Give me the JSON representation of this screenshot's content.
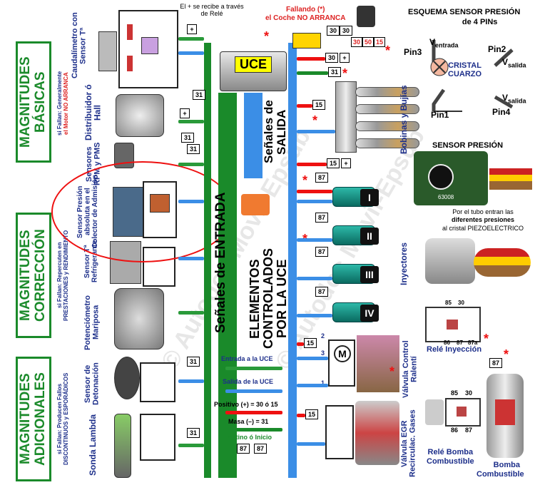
{
  "top_notes": {
    "rele_note": "El + se recibe a través de Relé",
    "fallando_line1": "Fallando (*)",
    "fallando_line2": "el Coche NO ARRANCA"
  },
  "magnitudes": {
    "basicas": "MAGNITUDES BÁSICAS",
    "basicas_note_a": "si Fallan: Generalmente",
    "basicas_note_b": "el Motor NO ARRANCA",
    "correccion": "MAGNITUDES CORRECCIÓN",
    "correccion_note_a": "si Fallan: Repercuten en",
    "correccion_note_b": "PRESTACIONES y RENDIMIENTO",
    "adicionales": "MAGNITUDES ADICIONALES",
    "adicionales_note_a": "si Fallan: Producen Fallos",
    "adicionales_note_b": "DISCONTINUOS y ESPORÁDICOS"
  },
  "sensors": {
    "caudalimetro": "Caudalímetro con Sensor Tª",
    "distribuidor": "Distribuidor ó Hall",
    "sensores_rpm": "Sensores RPM y PMS",
    "sensor_presion": "Sensor Presión absoluta en el Colector de Admisión",
    "sensor_t_refrig": "Sensor Tª Refrigerante",
    "potenciometro": "Potenciómetro Mariposa",
    "sensor_detonacion": "Sensor de Detonación",
    "sonda_lambda": "Sonda Lambda"
  },
  "center": {
    "uce": "UCE",
    "senales_entrada": "Señales de ENTRADA",
    "senales_salida": "Señales de SALIDA",
    "elementos": "ELEMENTOS CONTROLADOS POR LA UCE"
  },
  "legend": {
    "entrada": "Entrada a la UCE",
    "salida": "Salida de la UCE",
    "positivo": "Positivo (+) = 30 ó 15",
    "masa": "Masa (–) = 31",
    "destino": "Destino ó Inicio"
  },
  "terminals": {
    "t15": "15",
    "t30": "30",
    "t31": "31",
    "t50": "50",
    "t87": "87",
    "plus": "+",
    "n1": "1",
    "n2": "2",
    "n3": "3"
  },
  "actuators": {
    "bobinas": "Bobinas y Bujías",
    "inyectores": "Inyectores",
    "valvula_ralenti": "Válvula Control Ralentí",
    "valvula_egr": "Válvula EGR Recirculac. Gases",
    "rele_inyeccion": "Relé Inyección",
    "rele_bomba_a": "Relé Bomba",
    "rele_bomba_b": "Combustible",
    "bomba_a": "Bomba",
    "bomba_b": "Combustible",
    "iny_labels": [
      "I",
      "II",
      "III",
      "IV"
    ]
  },
  "esquema": {
    "title_a": "ESQUEMA SENSOR PRESIÓN",
    "title_b": "de 4 PINs",
    "vent": "V",
    "vent_sub": "entrada",
    "pin1": "Pin1",
    "pin2": "Pin2",
    "pin3": "Pin3",
    "pin4": "Pin4",
    "vsal": "V",
    "vsal_sub": "salida",
    "cristal_a": "CRISTAL",
    "cristal_b": "CUARZO"
  },
  "sensor_presion_box": {
    "title": "SENSOR PRESIÓN",
    "chip": "63008",
    "note_a": "Por el tubo entran las",
    "note_b": "diferentes presiones",
    "note_c": "al cristal PIEZOELECTRICO"
  },
  "relay_pins": {
    "p85": "85",
    "p30": "30",
    "p86": "86",
    "p87": "87",
    "p87a": "87a"
  },
  "watermark": "© Autodoc Movil-Epsub"
}
